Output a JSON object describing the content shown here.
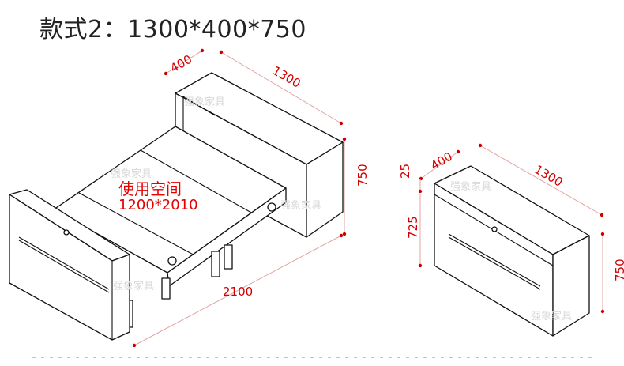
{
  "title": "款式2：1300*400*750",
  "usable_space": {
    "label": "使用空间",
    "size": "1200*2010"
  },
  "watermark": "强象家具",
  "dimensions_open": {
    "depth": "400",
    "width": "1300",
    "height": "750",
    "length": "2100"
  },
  "dimensions_closed": {
    "depth": "400",
    "width": "1300",
    "top": "25",
    "body": "725",
    "height": "750"
  },
  "colors": {
    "dimension_line": "#e0a0a0",
    "dimension_dot": "#cc0000",
    "dimension_text": "#d40000",
    "outline": "#111111"
  }
}
